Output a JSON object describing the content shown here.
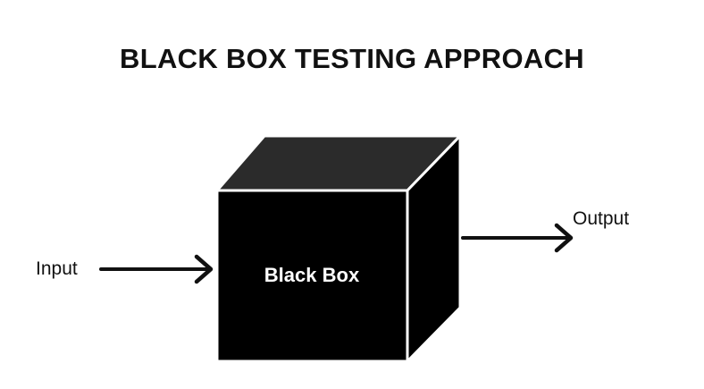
{
  "title": "BLACK BOX TESTING APPROACH",
  "box_label": "Black Box",
  "input_label": "Input",
  "output_label": "Output",
  "colors": {
    "box_fill": "#000000",
    "box_top": "#2b2b2b",
    "box_side": "#000000",
    "edge": "#ffffff",
    "text": "#111111"
  }
}
